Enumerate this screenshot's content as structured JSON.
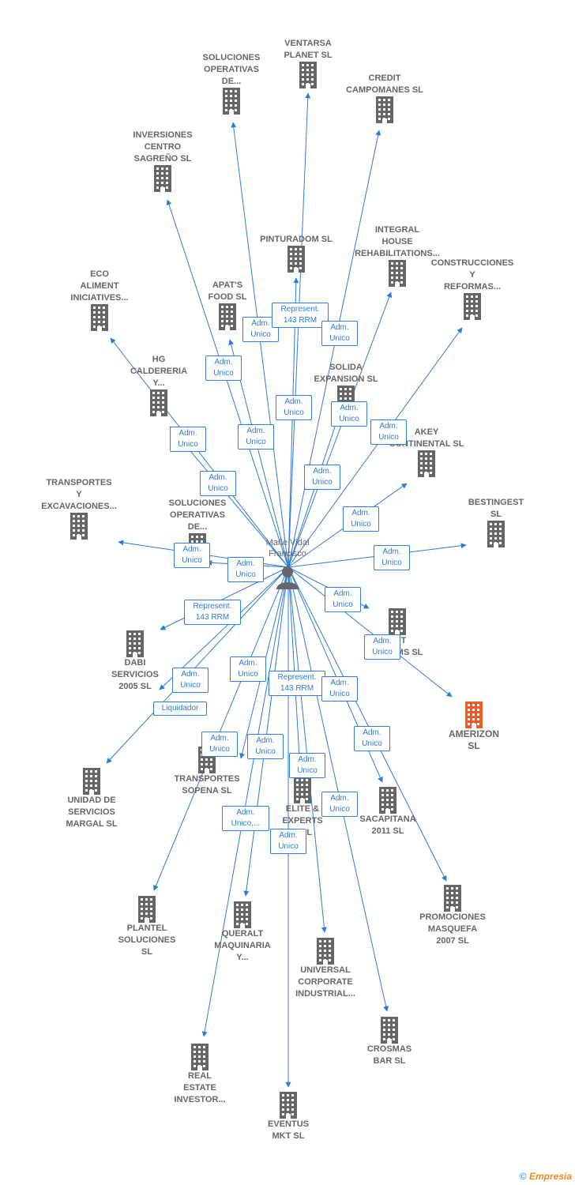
{
  "colors": {
    "edge": "#2e7bd8",
    "building": "#666666",
    "highlight": "#f15a24"
  },
  "center": {
    "label": "Mañe Vidal\nFrancisco",
    "icon": "person-icon"
  },
  "nodes": [
    {
      "id": "ventarsa",
      "label": "VENTARSA\nPLANET SL"
    },
    {
      "id": "soluciones1",
      "label": "SOLUCIONES\nOPERATIVAS\nDE..."
    },
    {
      "id": "credit",
      "label": "CREDIT\nCAMPOMANES SL"
    },
    {
      "id": "inversiones",
      "label": "INVERSIONES\nCENTRO\nSAGREÑO  SL"
    },
    {
      "id": "pinturadom",
      "label": "PINTURADOM SL"
    },
    {
      "id": "integral",
      "label": "INTEGRAL\nHOUSE\nREHABILITATIONS..."
    },
    {
      "id": "construcciones",
      "label": "CONSTRUCCIONES\nY\nREFORMAS..."
    },
    {
      "id": "eco",
      "label": "ECO\nALIMENT\nINICIATIVES..."
    },
    {
      "id": "apats",
      "label": "APAT'S\nFOOD  SL"
    },
    {
      "id": "hg",
      "label": "HG\nCALDERERIA\nY..."
    },
    {
      "id": "solida",
      "label": "SOLIDA\nEXPANSION  SL"
    },
    {
      "id": "akey",
      "label": "AKEY\nCONTINENTAL SL"
    },
    {
      "id": "transportes_y",
      "label": "TRANSPORTES\nY\nEXCAVACIONES..."
    },
    {
      "id": "soluciones2",
      "label": "SOLUCIONES\nOPERATIVAS\nDE..."
    },
    {
      "id": "bestingest",
      "label": "BESTINGEST\nSL"
    },
    {
      "id": "art",
      "label": "ART\nDREAMS SL"
    },
    {
      "id": "dabi",
      "label": "DABI\nSERVICIOS\n2005 SL"
    },
    {
      "id": "amerizon",
      "label": "AMERIZON\nSL"
    },
    {
      "id": "unidad",
      "label": "UNIDAD DE\nSERVICIOS\nMARGAL SL"
    },
    {
      "id": "sopena",
      "label": "TRANSPORTES\nSOPENA SL"
    },
    {
      "id": "elite",
      "label": "ELITE &\nEXPERTS\nP  SL"
    },
    {
      "id": "sacapitana",
      "label": "SACAPITANA\n2011 SL"
    },
    {
      "id": "plantel",
      "label": "PLANTEL\nSOLUCIONES\nSL"
    },
    {
      "id": "queralt",
      "label": "QUERALT\nMAQUINARIA\nY..."
    },
    {
      "id": "promociones",
      "label": "PROMOCIONES\nMASQUEFA\n2007 SL"
    },
    {
      "id": "universal",
      "label": "UNIVERSAL\nCORPORATE\nINDUSTRIAL..."
    },
    {
      "id": "crosmas",
      "label": "CROSMAS\nBAR SL"
    },
    {
      "id": "real",
      "label": "REAL\nESTATE\nINVESTOR..."
    },
    {
      "id": "eventus",
      "label": "EVENTUS\nMKT  SL"
    }
  ],
  "relations": [
    {
      "id": "r_soluciones1",
      "label": "Adm.\nUnico"
    },
    {
      "id": "r_ventarsa",
      "label": "Represent.\n143 RRM"
    },
    {
      "id": "r_credit",
      "label": "Adm.\nUnico"
    },
    {
      "id": "r_inversiones",
      "label": "Adm.\nUnico"
    },
    {
      "id": "r_pinturadom",
      "label": "Adm.\nUnico"
    },
    {
      "id": "r_solida",
      "label": "Adm.\nUnico"
    },
    {
      "id": "r_construcciones",
      "label": "Adm.\nUnico"
    },
    {
      "id": "r_eco",
      "label": "Adm.\nUnico"
    },
    {
      "id": "r_apats",
      "label": "Adm.\nUnico"
    },
    {
      "id": "r_hg",
      "label": "Adm.\nUnico"
    },
    {
      "id": "r_integral",
      "label": "Adm.\nUnico"
    },
    {
      "id": "r_akey",
      "label": "Adm.\nUnico"
    },
    {
      "id": "r_transportes_y",
      "label": "Adm.\nUnico"
    },
    {
      "id": "r_soluciones2",
      "label": "Adm.\nUnico"
    },
    {
      "id": "r_bestingest",
      "label": "Adm.\nUnico"
    },
    {
      "id": "r_dabi",
      "label": "Represent.\n143 RRM"
    },
    {
      "id": "r_art",
      "label": "Adm.\nUnico"
    },
    {
      "id": "r_amerizon",
      "label": "Adm.\nUnico"
    },
    {
      "id": "r_unidad",
      "label": "Adm.\nUnico"
    },
    {
      "id": "r_liquidador",
      "label": "Liquidador"
    },
    {
      "id": "r_plantel",
      "label": "Adm.\nUnico"
    },
    {
      "id": "r_queralt",
      "label": "Adm.\nUnico"
    },
    {
      "id": "r_universal",
      "label": "Represent.\n143 RRM"
    },
    {
      "id": "r_sacapitana",
      "label": "Adm.\nUnico"
    },
    {
      "id": "r_elite",
      "label": "Adm.\nUnico"
    },
    {
      "id": "r_promociones",
      "label": "Adm.\nUnico"
    },
    {
      "id": "r_real",
      "label": "Adm.\nUnico,..."
    },
    {
      "id": "r_crosmas",
      "label": "Adm.\nUnico"
    },
    {
      "id": "r_sopena",
      "label": "Adm.\nUnico"
    },
    {
      "id": "r_eventus",
      "label": "Adm.\nUnico"
    }
  ],
  "footer": {
    "copyright": "©",
    "brand": "Empresia"
  }
}
